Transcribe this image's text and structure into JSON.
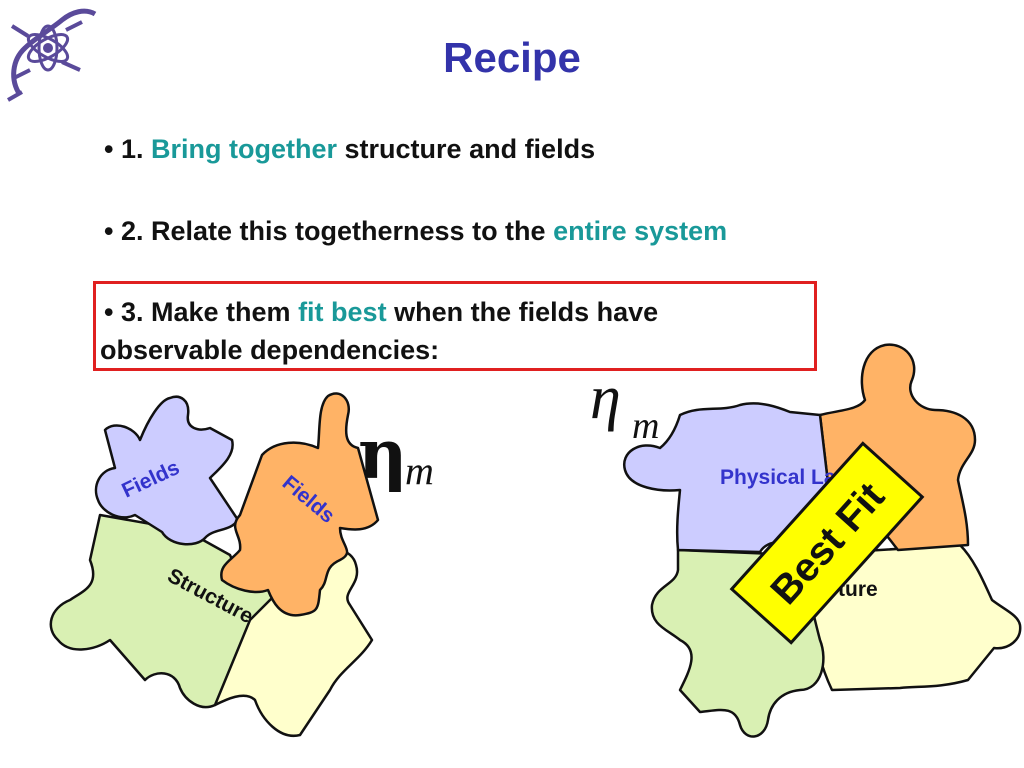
{
  "slide": {
    "title": "Recipe",
    "bullets": [
      {
        "marker": "•",
        "num": "1.",
        "highlight": "Bring together",
        "rest": "structure and fields"
      },
      {
        "marker": "•",
        "pre": "2. Relate this togetherness to the",
        "highlight": "entire system"
      },
      {
        "marker": "•",
        "pre": "3. Make them",
        "highlight": "fit best",
        "post": "when the fields have",
        "line2": "observable dependencies:"
      }
    ],
    "highlight_color": "#199999",
    "box_color": "#e02020"
  },
  "left_puzzle": {
    "piece_fields_blue": "Fields",
    "piece_fields_orange": "Fields",
    "piece_structure": "Structure",
    "eta_symbol": "η",
    "eta_subscript": "m"
  },
  "right_puzzle": {
    "eta_symbol": "η",
    "eta_subscript": "m",
    "piece_physical_laws": "Physical Laws",
    "piece_structure_partial": "ture",
    "best_fit_label": "Best Fit"
  },
  "colors": {
    "title": "#3333aa",
    "blue_piece": "#ccccff",
    "orange_piece": "#ffb366",
    "green_piece": "#d9f0b3",
    "cream_piece": "#ffffcc",
    "best_fit_bg": "#ffff00",
    "logo": "#5a4a9a"
  },
  "icons": {
    "logo": "horned-lizard-atom-logo"
  }
}
